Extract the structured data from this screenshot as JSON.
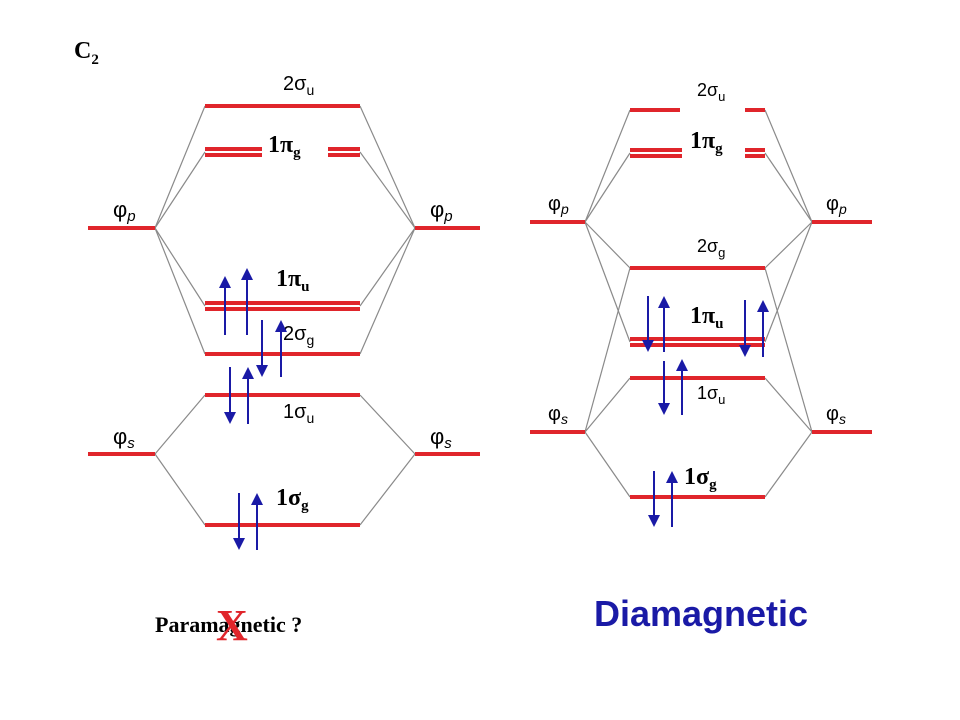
{
  "molecule": {
    "symbol": "C",
    "subscript": "2"
  },
  "left_diagram": {
    "atomic_p": "p",
    "atomic_s": "s",
    "orbitals": {
      "sigma_u_2": {
        "num": "2",
        "sym": "u"
      },
      "pi_g_1": {
        "num": "1",
        "sym": "g"
      },
      "pi_u_1": {
        "num": "1",
        "sym": "u"
      },
      "sigma_g_2": {
        "num": "2",
        "sym": "g"
      },
      "sigma_u_1": {
        "num": "1",
        "sym": "u"
      },
      "sigma_g_1": {
        "num": "1",
        "sym": "g"
      }
    },
    "verdict": {
      "text": "Paramagnetic ?",
      "cross": "X"
    }
  },
  "right_diagram": {
    "atomic_p": "p",
    "atomic_s": "s",
    "orbitals": {
      "sigma_u_2": {
        "num": "2",
        "sym": "u"
      },
      "pi_g_1": {
        "num": "1",
        "sym": "g"
      },
      "sigma_g_2": {
        "num": "2",
        "sym": "g"
      },
      "pi_u_1": {
        "num": "1",
        "sym": "u"
      },
      "sigma_u_1": {
        "num": "1",
        "sym": "u"
      },
      "sigma_g_1": {
        "num": "1",
        "sym": "g"
      }
    },
    "verdict": {
      "text": "Diamagnetic"
    }
  },
  "colors": {
    "level": "#e0252b",
    "electron_arrow": "#1a1aa6",
    "connector": "#8a8a8a",
    "cross": "#e0252b",
    "diamagnetic": "#1a1aa6"
  },
  "greek": {
    "phi": "φ",
    "sigma": "σ",
    "pi": "π"
  }
}
